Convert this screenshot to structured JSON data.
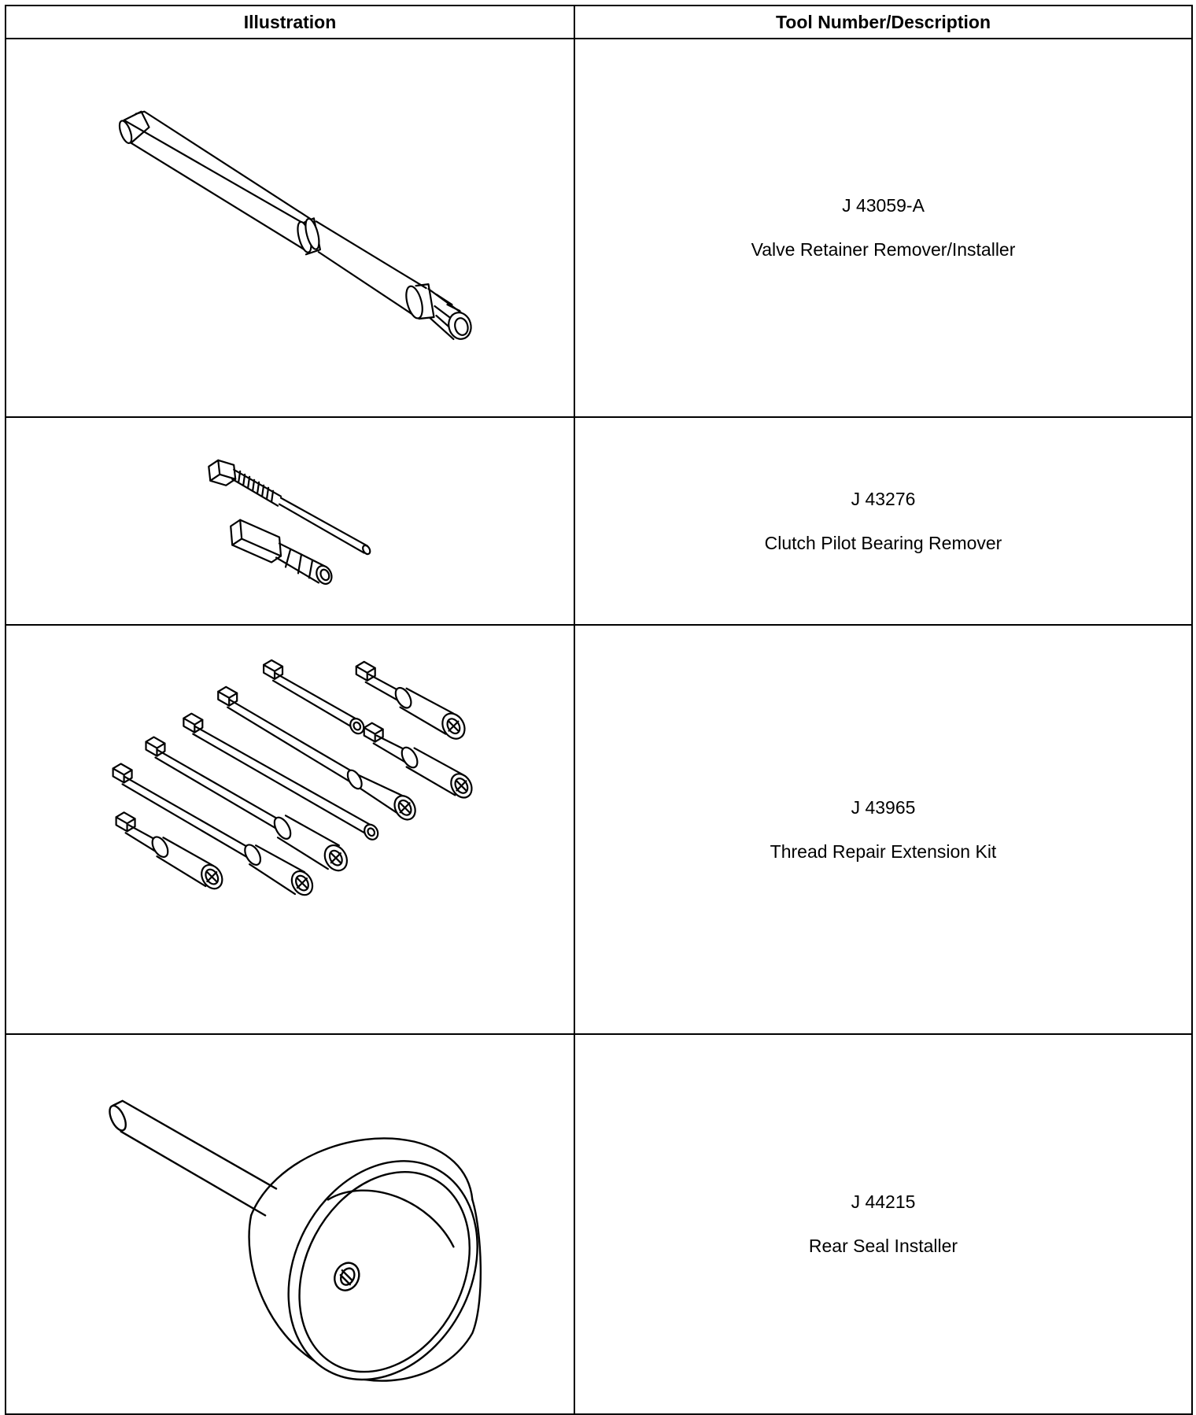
{
  "table": {
    "headers": [
      "Illustration",
      "Tool Number/Description"
    ],
    "rows": [
      {
        "tool_number": "J 43059-A",
        "description": "Valve Retainer Remover/Installer",
        "icon": "valve-retainer-tool-icon"
      },
      {
        "tool_number": "J 43276",
        "description": "Clutch Pilot Bearing Remover",
        "icon": "pilot-bearing-remover-icon"
      },
      {
        "tool_number": "J 43965",
        "description": "Thread Repair Extension Kit",
        "icon": "thread-repair-extension-kit-icon"
      },
      {
        "tool_number": "J 44215",
        "description": "Rear Seal Installer",
        "icon": "rear-seal-installer-icon"
      }
    ]
  },
  "colors": {
    "line": "#000000",
    "background": "#ffffff"
  }
}
